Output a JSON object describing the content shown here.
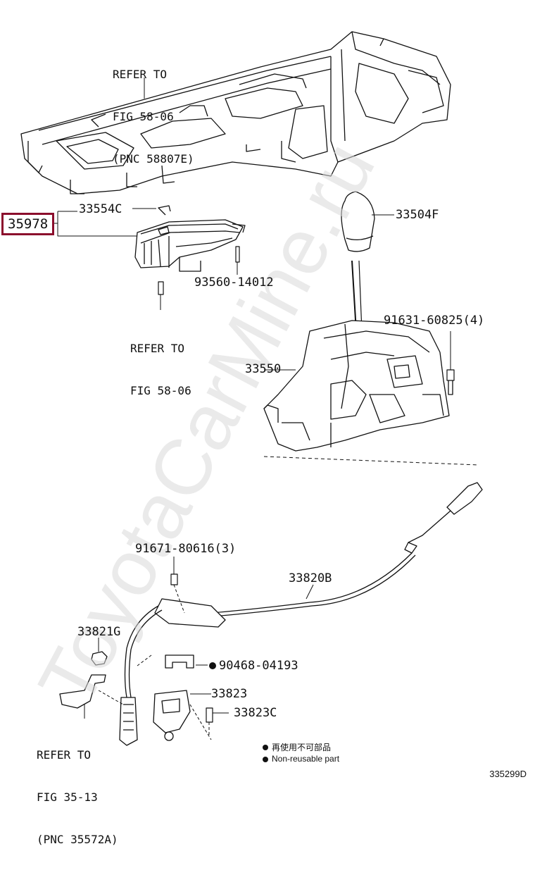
{
  "watermark": "ToyotaCarMine.ru",
  "highlighted_part": "35978",
  "refs": {
    "top": [
      "REFER TO",
      "FIG 58-06",
      "(PNC 58807E)"
    ],
    "middle": [
      "REFER TO",
      "FIG 58-06"
    ],
    "bottom": [
      "REFER TO",
      "FIG 35-13",
      "(PNC 35572A)"
    ]
  },
  "parts": {
    "p33554C": "33554C",
    "p33504F": "33504F",
    "p93560": "93560-14012",
    "p91631": "91631-60825(4)",
    "p33550": "33550",
    "p91671": "91671-80616(3)",
    "p33820B": "33820B",
    "p33821G": "33821G",
    "p90468": "90468-04193",
    "p33823": "33823",
    "p33823C": "33823C"
  },
  "legend": {
    "line1": "再使用不可部品",
    "line2": "Non-reusable part"
  },
  "figure_id": "335299D"
}
